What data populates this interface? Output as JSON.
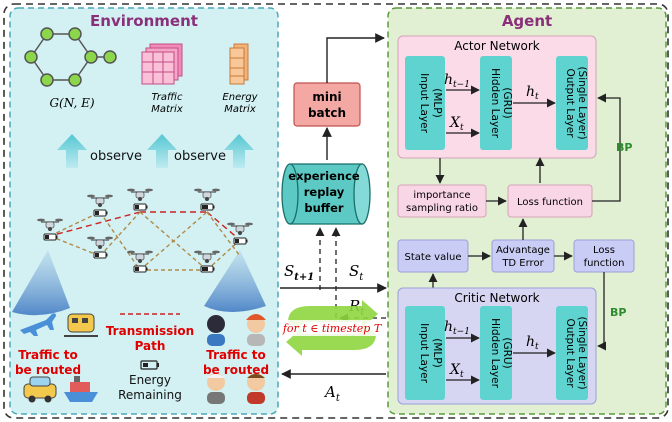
{
  "environment": {
    "title": "Environment",
    "graph_label": "G(N, E)",
    "traffic_label_1": "Traffic",
    "traffic_label_2": "Matrix",
    "energy_label_1": "Energy",
    "energy_label_2": "Matrix",
    "observe_1": "observe",
    "observe_2": "observe",
    "transmission_label_1": "Transmission",
    "transmission_label_2": "Path",
    "traffic_routed_left_1": "Traffic to",
    "traffic_routed_left_2": "be routed",
    "traffic_routed_right_1": "Traffic to",
    "traffic_routed_right_2": "be routed",
    "energy_remaining_1": "Energy",
    "energy_remaining_2": "Remaining"
  },
  "middle": {
    "mini_batch_1": "mini",
    "mini_batch_2": "batch",
    "buffer_1": "experience",
    "buffer_2": "replay",
    "buffer_3": "buffer",
    "s_next": "S",
    "s_next_sub": "t+1",
    "s_t": "S",
    "s_t_sub": "t",
    "r_t": "R",
    "r_t_sub": "t",
    "a_t": "A",
    "a_t_sub": "t",
    "loop_label": "for  t ∈ timestep T"
  },
  "agent": {
    "title": "Agent",
    "actor_title": "Actor Network",
    "critic_title": "Critic Network",
    "input_layer_1": "Input Layer",
    "input_layer_2": "(MLP)",
    "hidden_layer_1": "Hidden Layer",
    "hidden_layer_2": "(GRU)",
    "output_layer_1": "Output Layer",
    "output_layer_2": "(Single Layer)",
    "h_prev": "h",
    "h_prev_sub": "t−1",
    "h_t": "h",
    "h_t_sub": "t",
    "x_t": "X",
    "x_t_sub": "t",
    "importance_1": "importance",
    "importance_2": "sampling ratio",
    "loss_function": "Loss function",
    "state_value": "State value",
    "advantage_1": "Advantage",
    "advantage_2": "TD Error",
    "loss_1": "Loss",
    "loss_2": "function",
    "bp_top": "BP",
    "bp_bottom": "BP"
  },
  "colors": {
    "env_bg": "#d3f1f3",
    "env_border": "#4aa9b8",
    "env_title": "#8a2f7a",
    "agent_bg": "#e1efd2",
    "agent_border": "#5a9a3c",
    "actor_bg": "#fbdbe7",
    "critic_bg": "#d6d6f3",
    "layer_fill": "#5fd3cf",
    "minibatch_fill": "#f4a8a4",
    "small_box": "#f9d6e6",
    "critic_box": "#c9cdf5",
    "green_text": "#2e8b2e",
    "red_text": "#e00000",
    "loop_green": "#8fd640"
  },
  "icons": [
    "network-graph-icon",
    "traffic-matrix-icon",
    "energy-matrix-icon",
    "drone-icon",
    "battery-icon",
    "airplane-icon",
    "train-icon",
    "car-icon",
    "ship-icon",
    "person-icon"
  ]
}
